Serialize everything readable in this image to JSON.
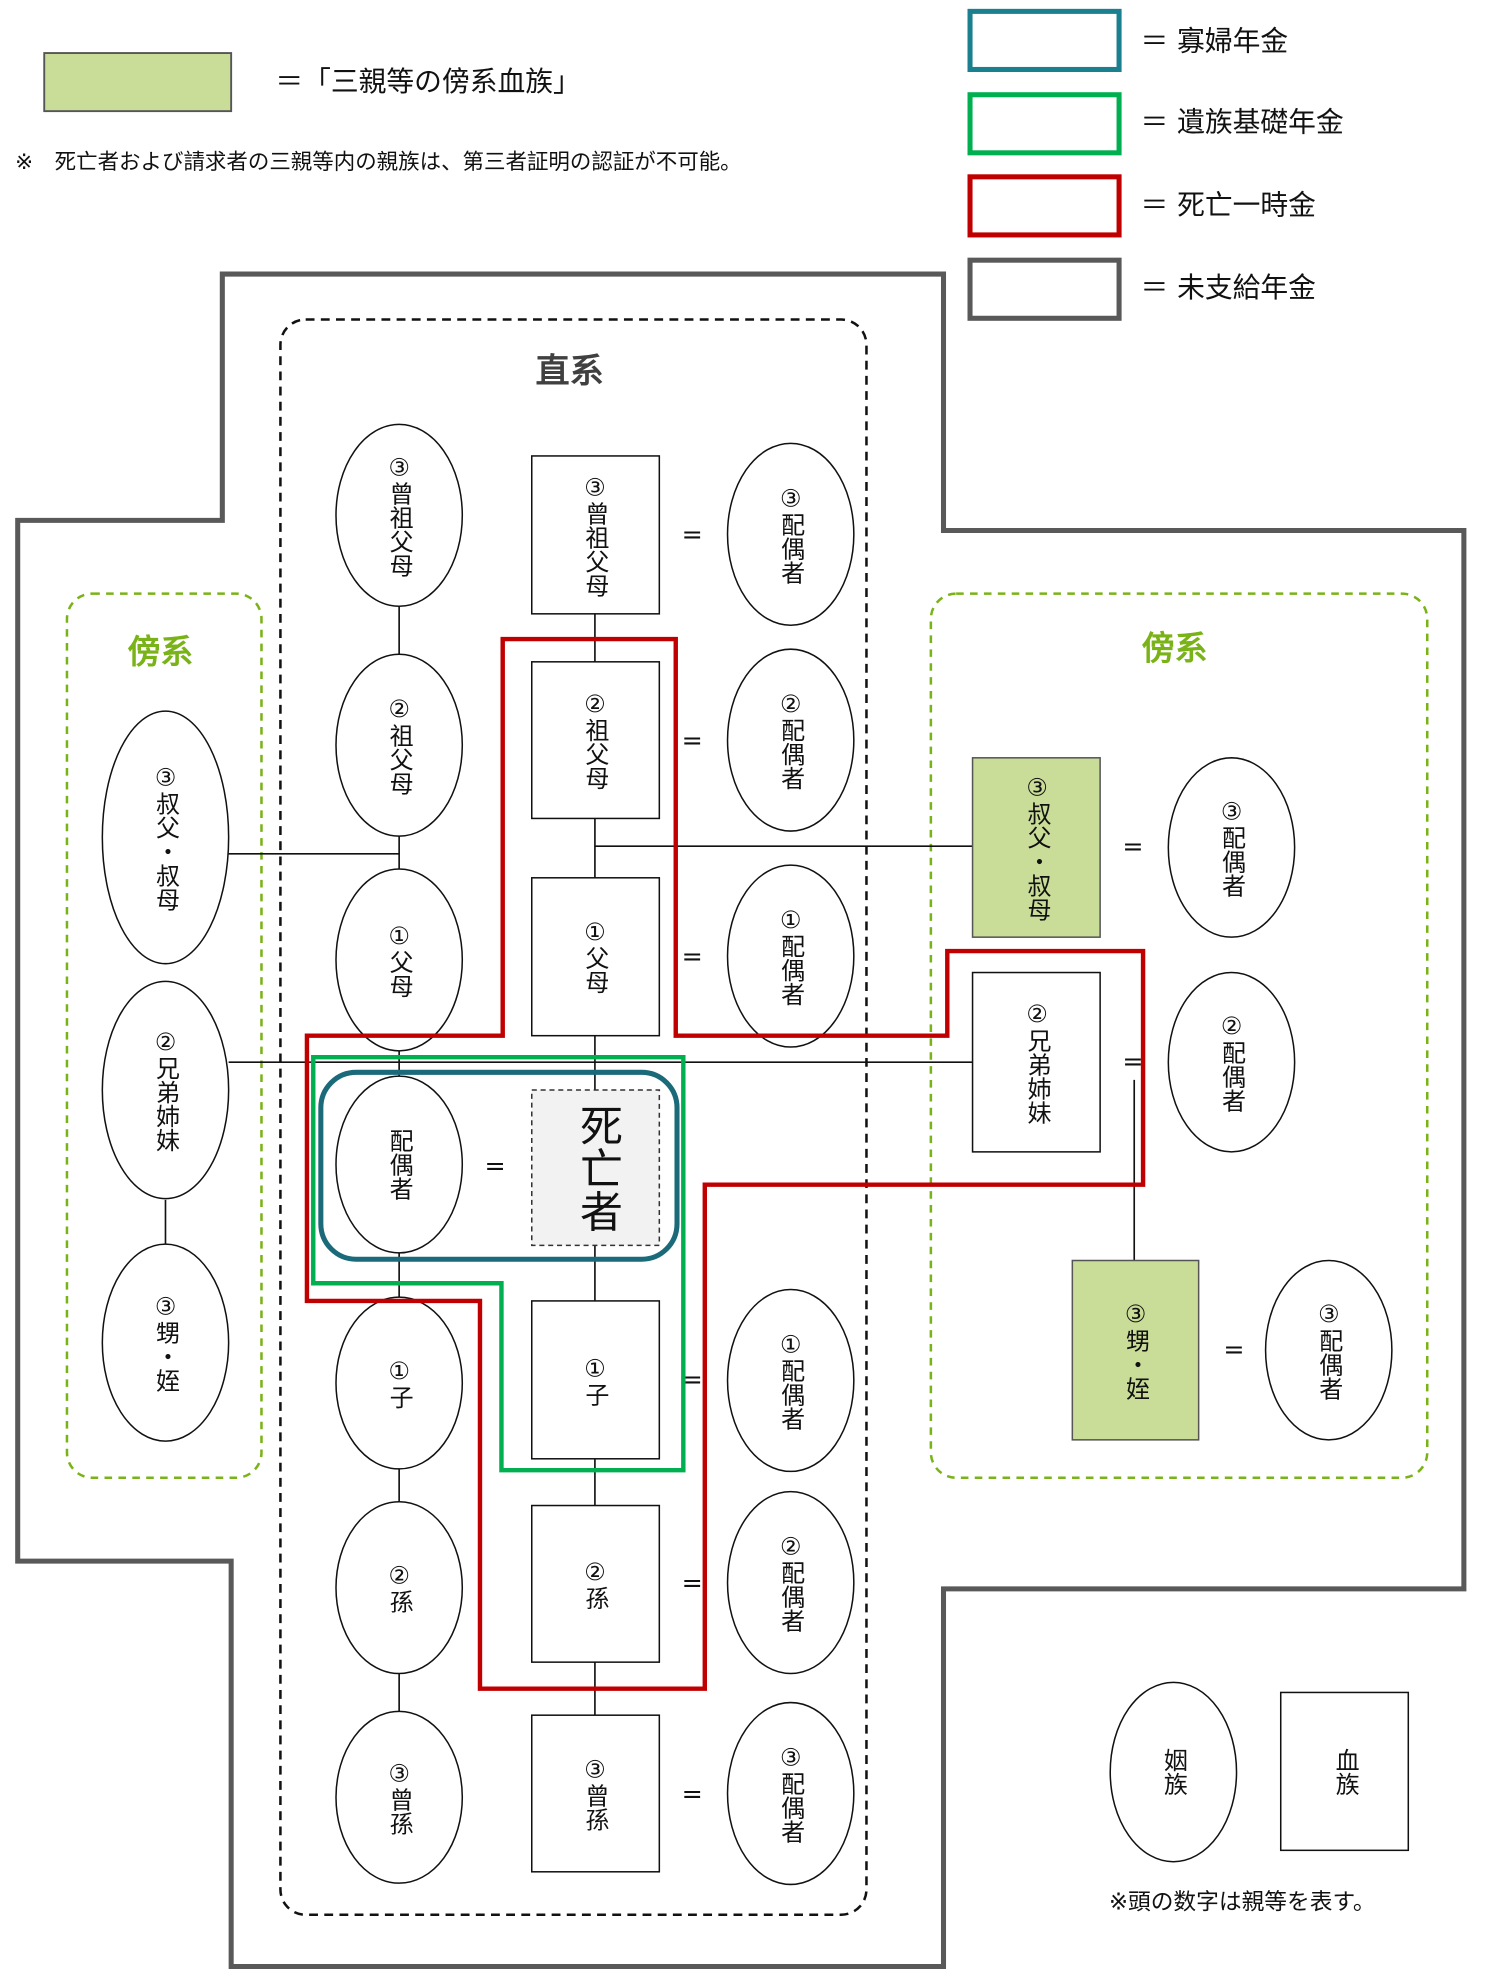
{
  "legend": {
    "collateral": "＝「三親等の傍系血族」",
    "note": "※　死亡者および請求者の三親等内の親族は、第三者証明の認証が不可能。",
    "widow": "＝ 寡婦年金",
    "survivor": "＝ 遺族基礎年金",
    "lump_sum": "＝ 死亡一時金",
    "unpaid": "＝ 未支給年金",
    "colors": {
      "widow": "#1a7f8e",
      "survivor": "#00b050",
      "lump_sum": "#c00000",
      "unpaid": "#595959",
      "collateral_fill": "#c9dd98"
    }
  },
  "headings": {
    "lineal": "直系",
    "collateral": "傍系"
  },
  "symbols": {
    "eq": "="
  },
  "left_lineal": [
    "③曾祖父母",
    "②祖父母",
    "①父母",
    "配偶者",
    "①子",
    "②孫",
    "③曾孫"
  ],
  "center_lineal": [
    "③曾祖父母",
    "②祖父母",
    "①父母",
    "死亡者",
    "①子",
    "②孫",
    "③曾孫"
  ],
  "spouses": [
    "③配偶者",
    "②配偶者",
    "①配偶者",
    "①配偶者",
    "②配偶者",
    "③配偶者"
  ],
  "left_collateral": [
    "③叔父・叔母",
    "②兄弟姉妹",
    "③甥・姪"
  ],
  "right_collateral": {
    "uncle": "③叔父・叔母",
    "uncle_spouse": "③配偶者",
    "sibling": "②兄弟姉妹",
    "sibling_spouse": "②配偶者",
    "nephew": "③甥・姪",
    "nephew_spouse": "③配偶者"
  },
  "key": {
    "affinity": "姻族",
    "blood": "血族",
    "note": "※頭の数字は親等を表す。"
  }
}
